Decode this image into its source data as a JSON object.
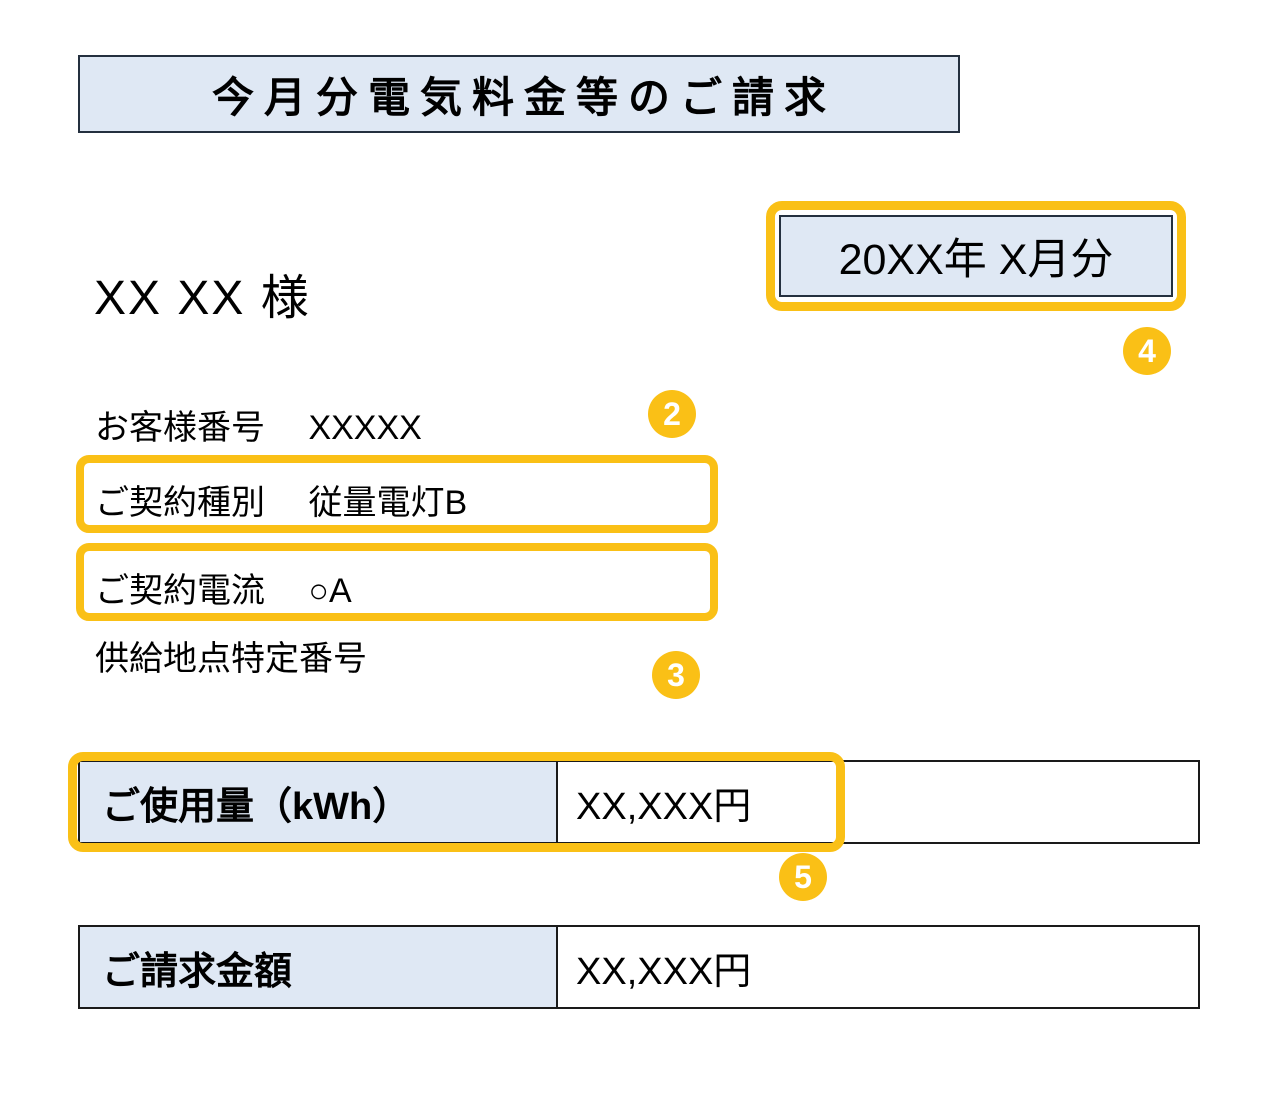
{
  "document": {
    "title": "今月分電気料金等のご請求",
    "billing_period": "20XX年 X月分",
    "customer_name": "XX XX 様"
  },
  "info_rows": [
    {
      "label": "お客様番号",
      "value": "XXXXX",
      "highlighted": false,
      "badge": "2"
    },
    {
      "label": "ご契約種別",
      "value": "従量電灯B",
      "highlighted": true,
      "badge": ""
    },
    {
      "label": "ご契約電流",
      "value": "○A",
      "highlighted": true,
      "badge": ""
    },
    {
      "label": "供給地点特定番号",
      "value": "",
      "highlighted": false,
      "badge": "3"
    }
  ],
  "amount_table": {
    "rows": [
      {
        "label": "ご使用量（kWh）",
        "value": "XX,XXX円",
        "highlighted": true,
        "badge": "5"
      },
      {
        "label": "ご請求金額",
        "value": "XX,XXX円",
        "highlighted": false,
        "badge": ""
      }
    ]
  },
  "badges": {
    "two": "2",
    "three": "3",
    "four": "4",
    "five": "5"
  },
  "colors": {
    "highlight": "#fac016",
    "cell_fill": "#dfe8f4",
    "border": "#24303f",
    "text": "#000000"
  }
}
